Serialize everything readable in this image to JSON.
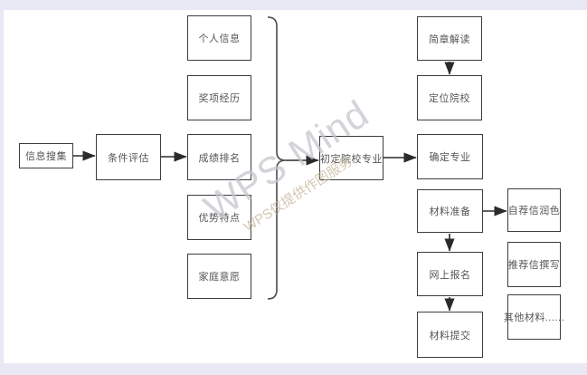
{
  "watermark": {
    "title": "WPS Mind",
    "subtitle": "WPS仅提供作图服务"
  },
  "colors": {
    "box_border": "#3d3d3d",
    "arrow": "#2b2b2b",
    "brace": "#4a4a4a",
    "edge_tint": "#e9e9f5",
    "watermark_title": "#c5c5cd",
    "watermark_subtitle": "#c9b9a0"
  },
  "nodes": {
    "info_collect": {
      "label": "信息搜集"
    },
    "condition_eval": {
      "label": "条件评估"
    },
    "personal_info": {
      "label": "个人信息"
    },
    "award_experience": {
      "label": "奖项经历"
    },
    "grade_ranking": {
      "label": "成绩排名"
    },
    "advantages": {
      "label": "优势特点"
    },
    "family_wishes": {
      "label": "家庭意愿"
    },
    "initial_college_major": {
      "label": "初定院校专业"
    },
    "brochure_reading": {
      "label": "简章解读"
    },
    "target_colleges": {
      "label": "定位院校"
    },
    "confirm_major": {
      "label": "确定专业"
    },
    "material_prep": {
      "label": "材料准备"
    },
    "online_registration": {
      "label": "网上报名"
    },
    "material_submission": {
      "label": "材料提交"
    },
    "cover_letter_polish": {
      "label": "自荐信润色"
    },
    "recommendation_letter": {
      "label": "推荐信撰写"
    },
    "other_materials": {
      "label": "其他材料......"
    }
  },
  "edges": [
    {
      "from": "info_collect",
      "to": "condition_eval"
    },
    {
      "from": "condition_eval",
      "to": "grade_ranking"
    },
    {
      "from": "brace_group(personal_info,award_experience,grade_ranking,advantages,family_wishes)",
      "to": "initial_college_major"
    },
    {
      "from": "initial_college_major",
      "to": "confirm_major"
    },
    {
      "from": "brochure_reading",
      "to": "target_colleges"
    },
    {
      "from": "material_prep",
      "to": "cover_letter_polish"
    },
    {
      "from": "material_prep",
      "to": "online_registration"
    },
    {
      "from": "online_registration",
      "to": "material_submission"
    }
  ]
}
